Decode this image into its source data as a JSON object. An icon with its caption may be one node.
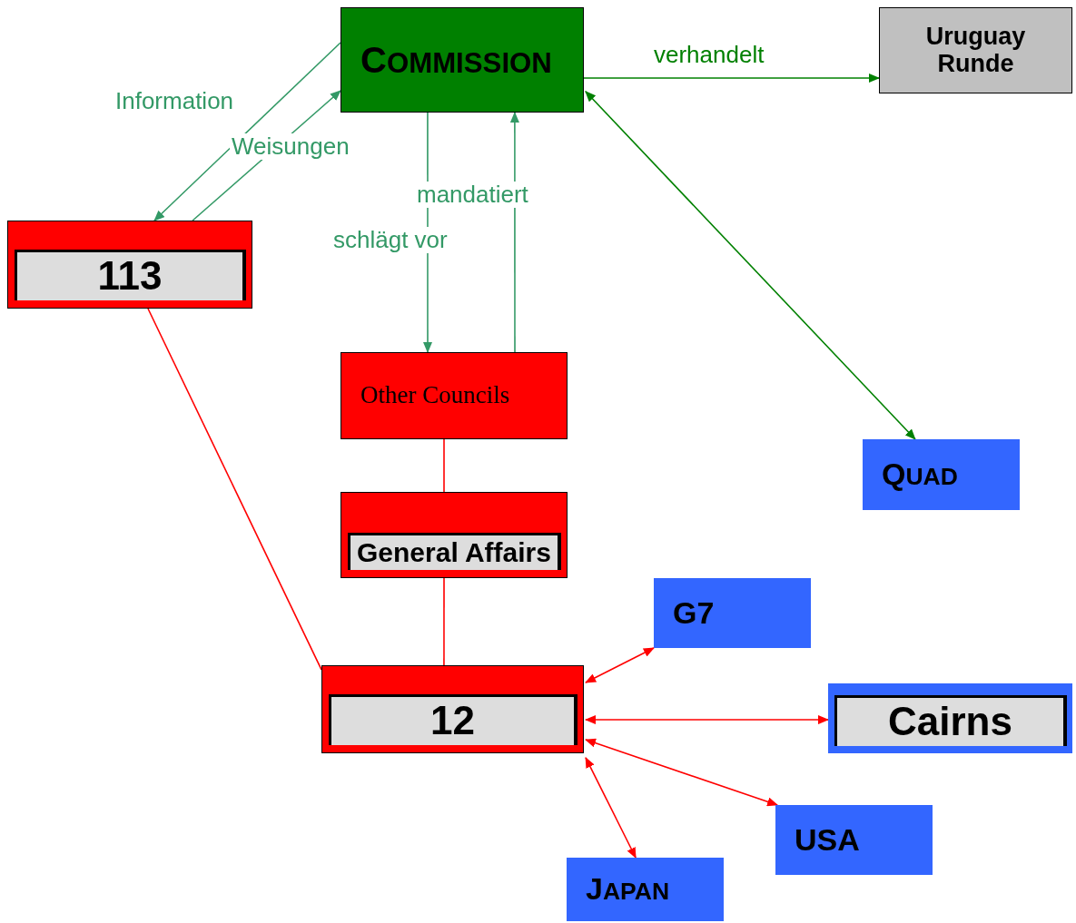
{
  "diagram": {
    "nodes": [
      {
        "text": [
          "COMMISSION"
        ]
      },
      {
        "text": [
          "Uruguay Runde"
        ]
      },
      {
        "text": [
          "113"
        ]
      },
      {
        "text": [
          "Other Councils"
        ]
      },
      {
        "text": [
          "QUAD"
        ]
      },
      {
        "text": [
          "General Affairs"
        ]
      },
      {
        "text": [
          "G7"
        ]
      },
      {
        "text": [
          "12"
        ]
      },
      {
        "text": [
          "Cairns"
        ]
      },
      {
        "text": [
          "USA"
        ]
      },
      {
        "text": [
          "JAPAN"
        ]
      }
    ],
    "edges": [
      {
        "from": 0,
        "to": 2,
        "arrow": "to",
        "label": "Information",
        "color": "#339966"
      },
      {
        "from": 2,
        "to": 0,
        "arrow": "to",
        "label": "Weisungen",
        "color": "#339966"
      },
      {
        "from": 0,
        "to": 3,
        "arrow": "to",
        "label": "schlägt vor",
        "color": "#339966"
      },
      {
        "from": 3,
        "to": 0,
        "arrow": "to",
        "label": "mandatiert",
        "color": "#339966"
      },
      {
        "from": 0,
        "to": 1,
        "arrow": "to",
        "label": "verhandelt",
        "color": "#008000"
      },
      {
        "from": 0,
        "to": 4,
        "arrow": "both",
        "color": "#008000"
      },
      {
        "from": 3,
        "to": 5,
        "arrow": "none"
      },
      {
        "from": 5,
        "to": 7,
        "arrow": "none"
      },
      {
        "from": 2,
        "to": 7,
        "arrow": "none"
      },
      {
        "from": 7,
        "to": 6,
        "arrow": "both"
      },
      {
        "from": 7,
        "to": 8,
        "arrow": "both"
      },
      {
        "from": 7,
        "to": 9,
        "arrow": "both"
      },
      {
        "from": 7,
        "to": 10,
        "arrow": "both"
      }
    ]
  }
}
